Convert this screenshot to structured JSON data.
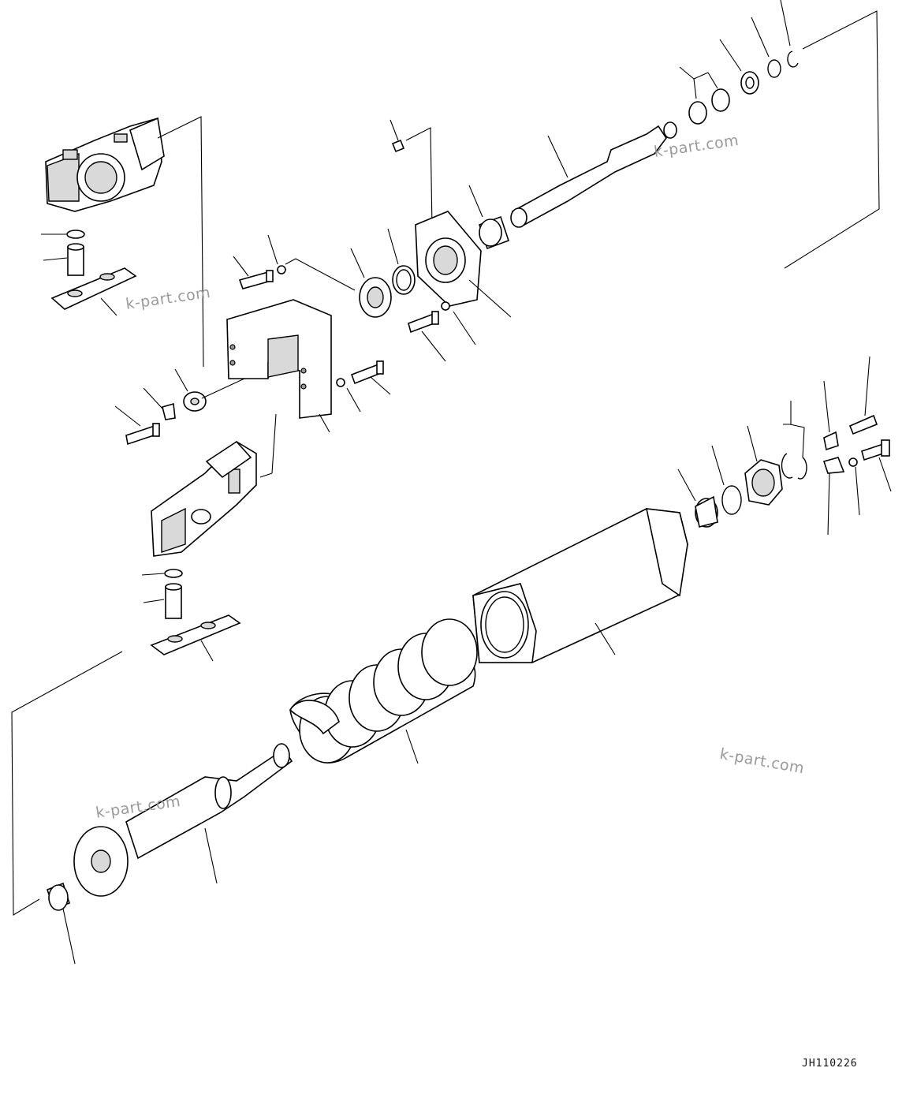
{
  "drawing": {
    "code": "JH110226",
    "watermarks": [
      "k-part.com",
      "k-part.com",
      "k-part.com",
      "k-part.com"
    ]
  }
}
